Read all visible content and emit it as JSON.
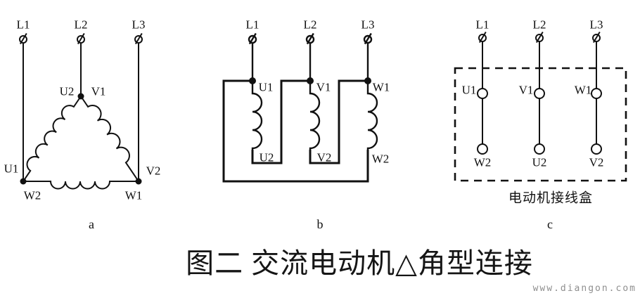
{
  "title": "图二 交流电动机△角型连接",
  "watermark": "www.diangon.com",
  "colors": {
    "line": "#111111",
    "text": "#111111",
    "watermark": "#8f8f8f",
    "background": "#ffffff"
  },
  "diagram_a": {
    "caption": "a",
    "terminals": [
      "L1",
      "L2",
      "L3"
    ],
    "labels": {
      "apex_left": "U2",
      "apex_right": "V1",
      "left_vertex_side": "U1",
      "left_vertex_below": "W2",
      "right_vertex_side": "V2",
      "right_vertex_below": "W1"
    }
  },
  "diagram_b": {
    "caption": "b",
    "terminals": [
      "L1",
      "L2",
      "L3"
    ],
    "coil_top_labels": [
      "U1",
      "V1",
      "W1"
    ],
    "coil_bottom_labels": [
      "U2",
      "V2",
      "W2"
    ]
  },
  "diagram_c": {
    "caption": "c",
    "terminals": [
      "L1",
      "L2",
      "L3"
    ],
    "top_terminal_labels": [
      "U1",
      "V1",
      "W1"
    ],
    "bottom_terminal_labels": [
      "W2",
      "U2",
      "V2"
    ],
    "box_label": "电动机接线盒"
  }
}
